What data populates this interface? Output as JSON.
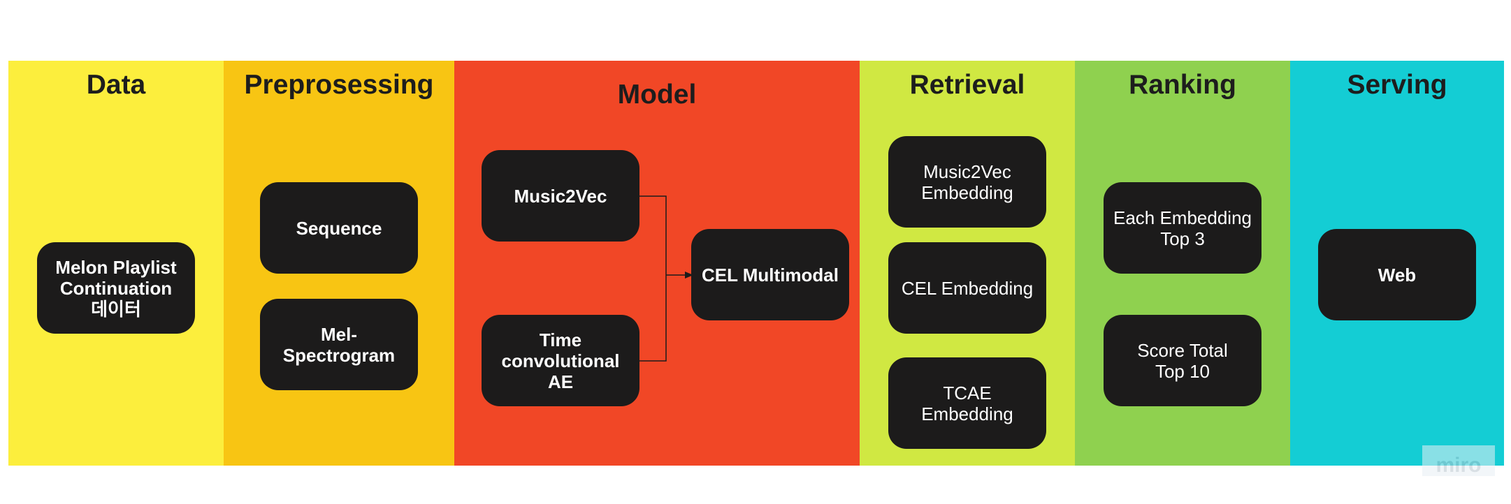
{
  "columns": [
    {
      "id": "data",
      "title": "Data",
      "color": "#fcee3d"
    },
    {
      "id": "preprocessing",
      "title": "Preprosessing",
      "color": "#f8c513"
    },
    {
      "id": "model",
      "title": "Model",
      "color": "#f14726"
    },
    {
      "id": "retrieval",
      "title": "Retrieval",
      "color": "#d0e842"
    },
    {
      "id": "ranking",
      "title": "Ranking",
      "color": "#8fd14f"
    },
    {
      "id": "serving",
      "title": "Serving",
      "color": "#14cdd4"
    }
  ],
  "nodes": {
    "melon": "Melon Playlist\nContinuation\n데이터",
    "sequence": "Sequence",
    "mel": "Mel-\nSpectrogram",
    "music2vec": "Music2Vec",
    "tcae": "Time\nconvolutional\nAE",
    "cel": "CEL Multimodal",
    "music2vec_emb": "Music2Vec\nEmbedding",
    "cel_emb": "CEL Embedding",
    "tcae_emb": "TCAE\nEmbedding",
    "each_top3": "Each Embedding\nTop 3",
    "score_top10": "Score Total\nTop 10",
    "web": "Web"
  },
  "watermark": "miro"
}
